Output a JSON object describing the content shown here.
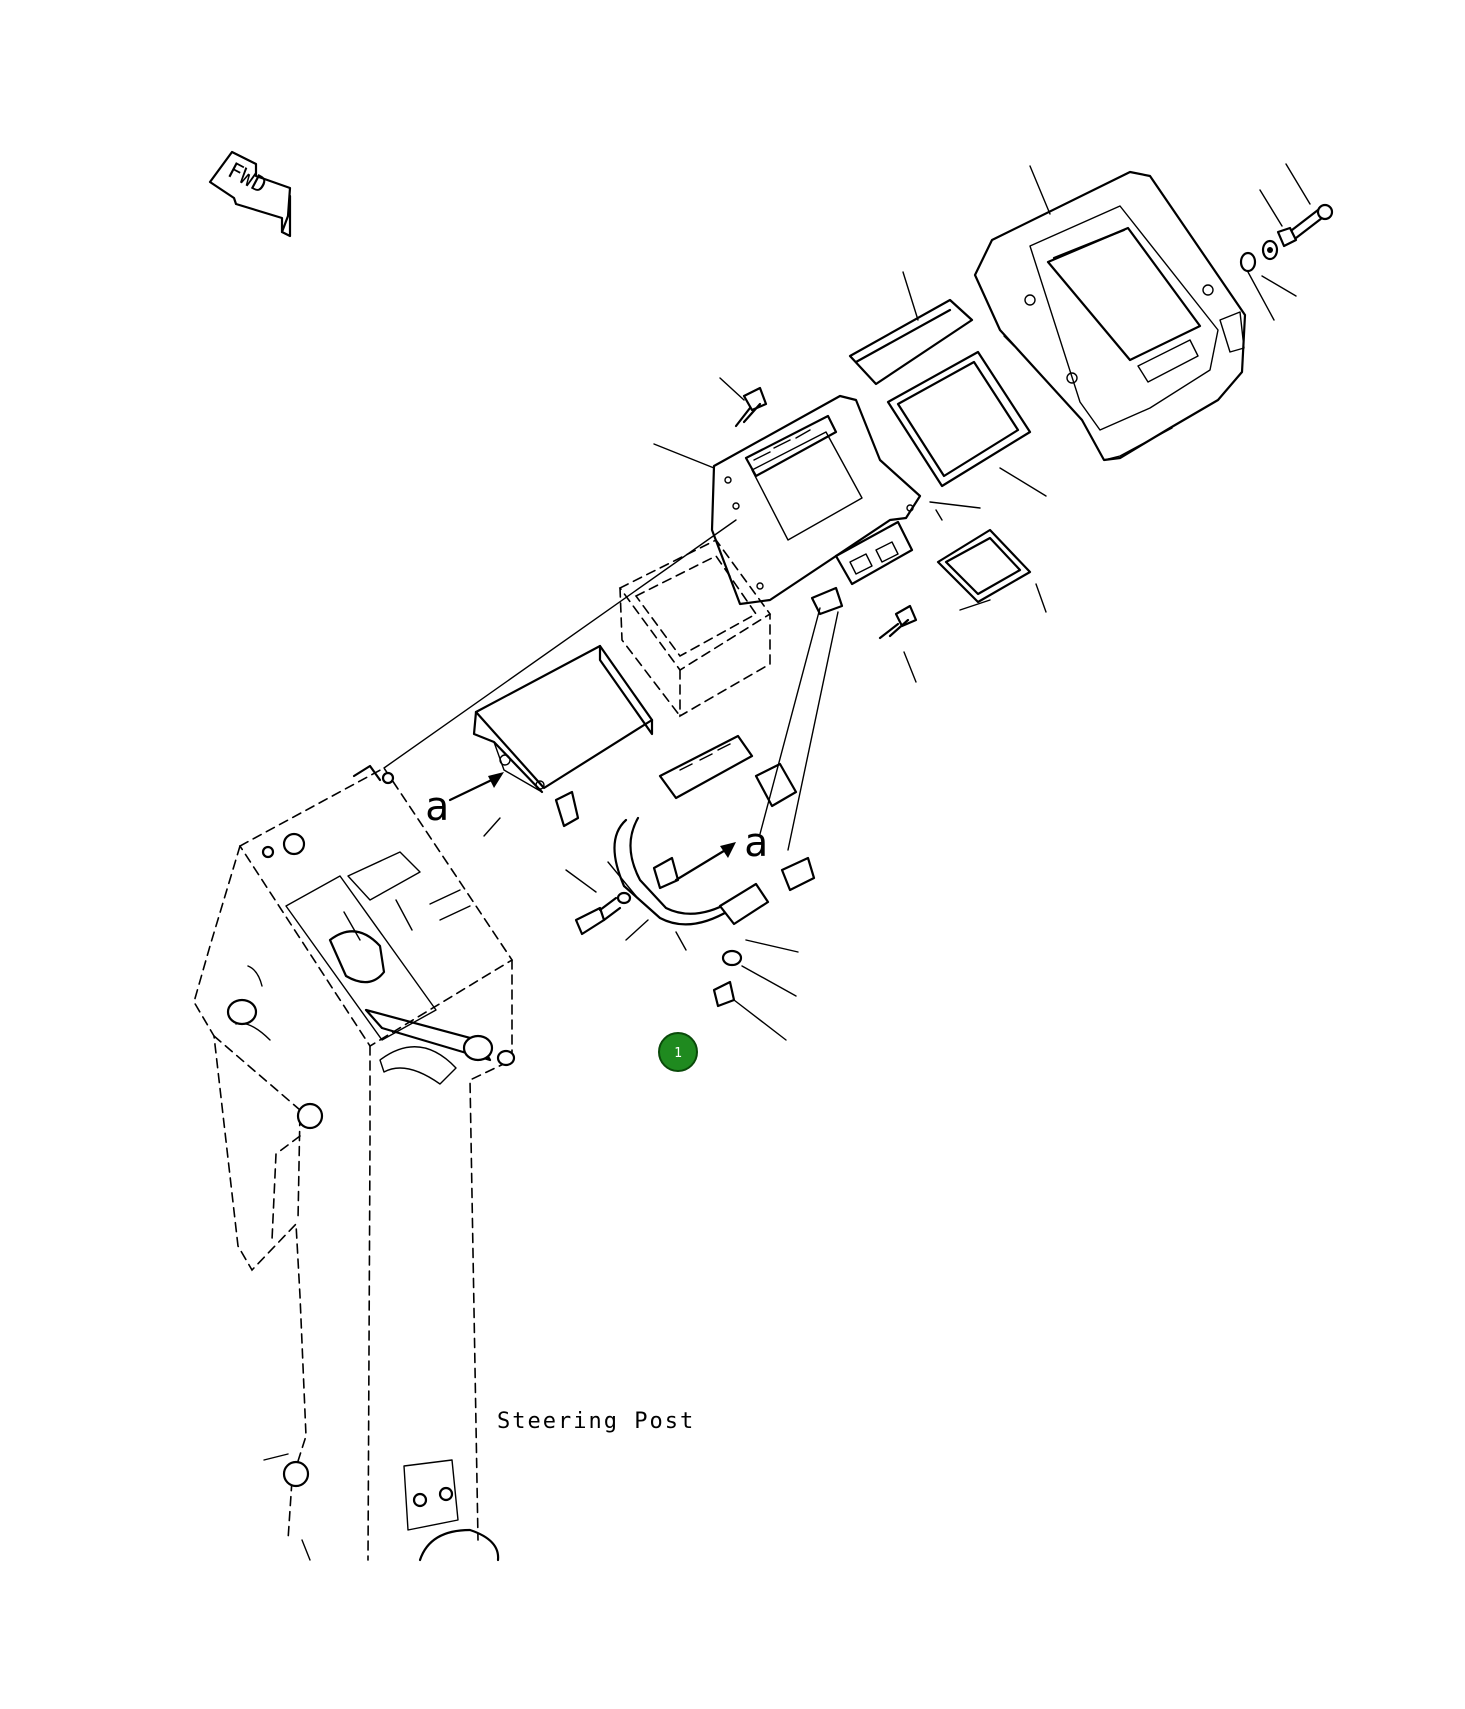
{
  "diagram": {
    "direction_tag": "FWD",
    "view_marker": "a",
    "callout_text": "Steering Post",
    "hotspot": {
      "number": "1",
      "color": "#1f8a1f"
    }
  }
}
